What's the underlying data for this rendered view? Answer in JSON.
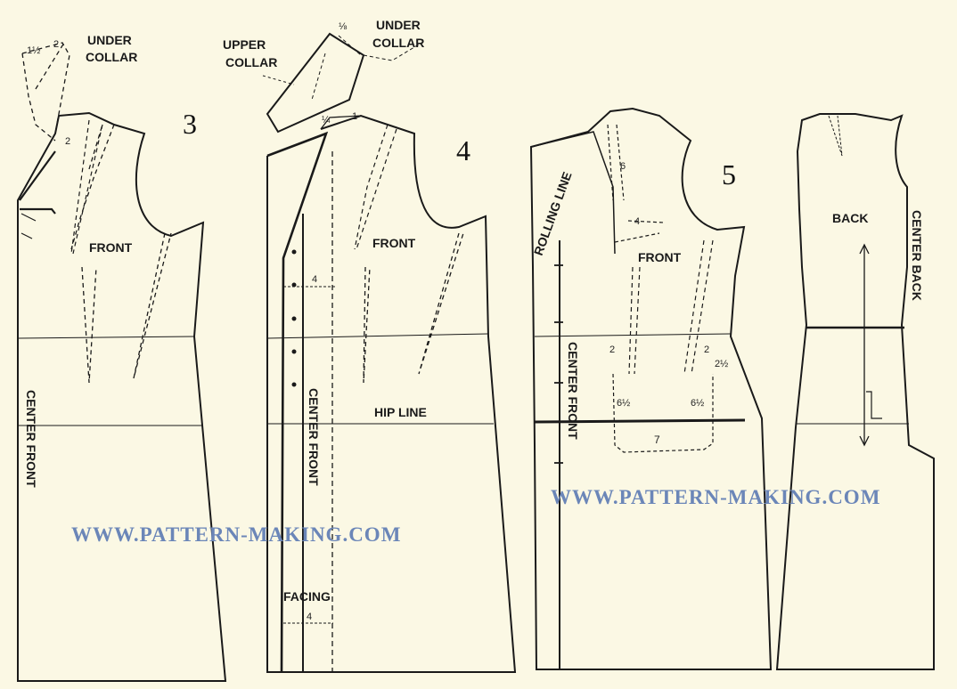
{
  "figures": [
    {
      "number": "3",
      "labels": {
        "under_collar": [
          "UNDER",
          "COLLAR"
        ],
        "front": "FRONT",
        "center_front": "CENTER FRONT"
      },
      "measurements": [
        "1½",
        "2",
        "2"
      ]
    },
    {
      "number": "4",
      "labels": {
        "upper_collar": [
          "UPPER",
          "COLLAR"
        ],
        "under_collar": [
          "UNDER",
          "COLLAR"
        ],
        "front": "FRONT",
        "center_front": "CENTER FRONT",
        "hip_line": "HIP LINE",
        "facing": "FACING"
      },
      "measurements": [
        "⅛",
        "¼",
        "1",
        "4",
        "4"
      ]
    },
    {
      "number": "5",
      "labels": {
        "rolling_line": "ROLLING LINE",
        "front": "FRONT",
        "center_front": "CENTER FRONT",
        "back": "BACK",
        "center_back": "CENTER BACK"
      },
      "measurements": [
        "6",
        "4",
        "2",
        "2",
        "2½",
        "6½",
        "6½",
        "7"
      ]
    }
  ],
  "watermark": "WWW.PATTERN-MAKING.COM"
}
